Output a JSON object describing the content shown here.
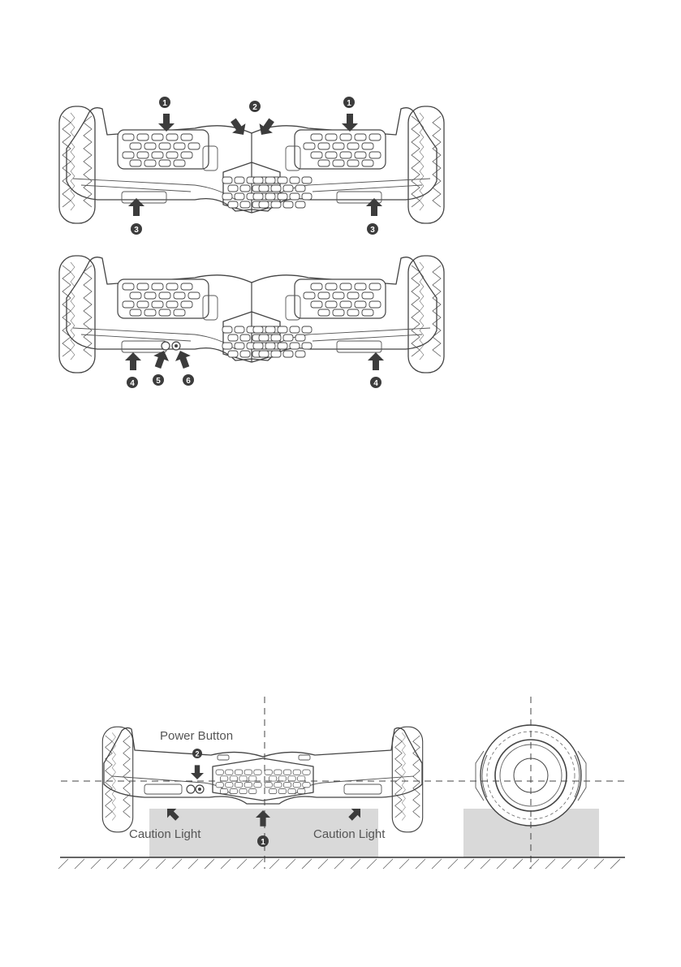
{
  "figure_top": {
    "callouts": [
      {
        "id": "callout-1-left",
        "number": "1"
      },
      {
        "id": "callout-2",
        "number": "2"
      },
      {
        "id": "callout-1-right",
        "number": "1"
      },
      {
        "id": "callout-3-left",
        "number": "3"
      },
      {
        "id": "callout-3-right",
        "number": "3"
      }
    ]
  },
  "figure_middle": {
    "callouts": [
      {
        "id": "callout-4-left",
        "number": "4"
      },
      {
        "id": "callout-5",
        "number": "5"
      },
      {
        "id": "callout-6",
        "number": "6"
      },
      {
        "id": "callout-4-right",
        "number": "4"
      }
    ]
  },
  "figure_bottom": {
    "power_button_label": "Power Button",
    "caution_light_left": "Caution Light",
    "caution_light_right": "Caution Light",
    "callout_1": "1",
    "callout_2": "2"
  }
}
